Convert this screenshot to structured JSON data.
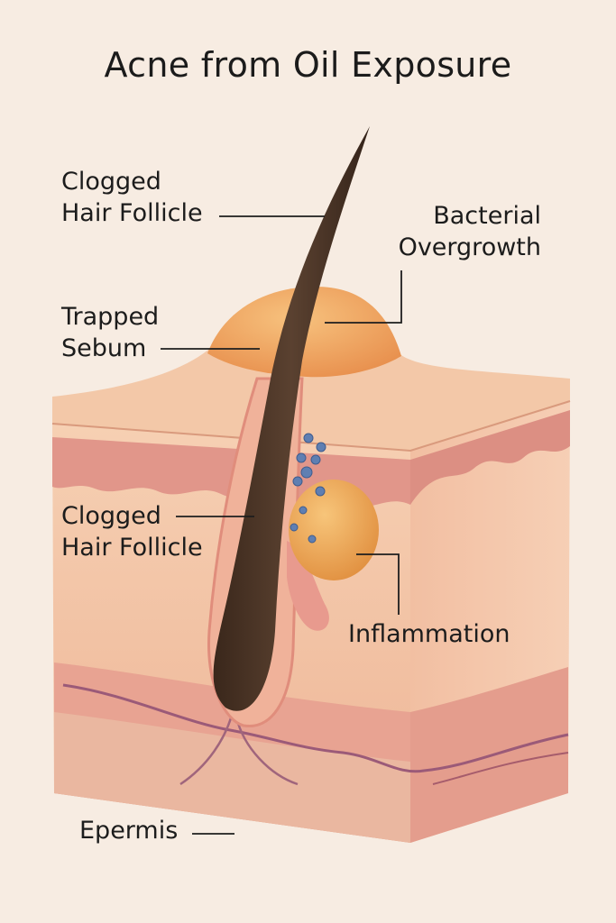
{
  "title": "Acne from Oil Exposure",
  "labels": {
    "clogged_follicle_top": "Clogged\nHair Follicle",
    "bacterial_overgrowth": "Bacterial\nOvergrowth",
    "trapped_sebum": "Trapped\nSebum",
    "clogged_follicle_mid": "Clogged\nHair Follicle",
    "inflammation": "Inflammation",
    "epidermis": "Epermis"
  },
  "colors": {
    "background": "#f7ece2",
    "skin_surface": "#f5cfae",
    "dermis_pink": "#e49b8e",
    "dermis_light": "#f3c2a8",
    "sebum_bump": "#f0a860",
    "hair": "#4a3426",
    "bacteria": "#5f7fb2",
    "vessel": "#9b5a78"
  }
}
